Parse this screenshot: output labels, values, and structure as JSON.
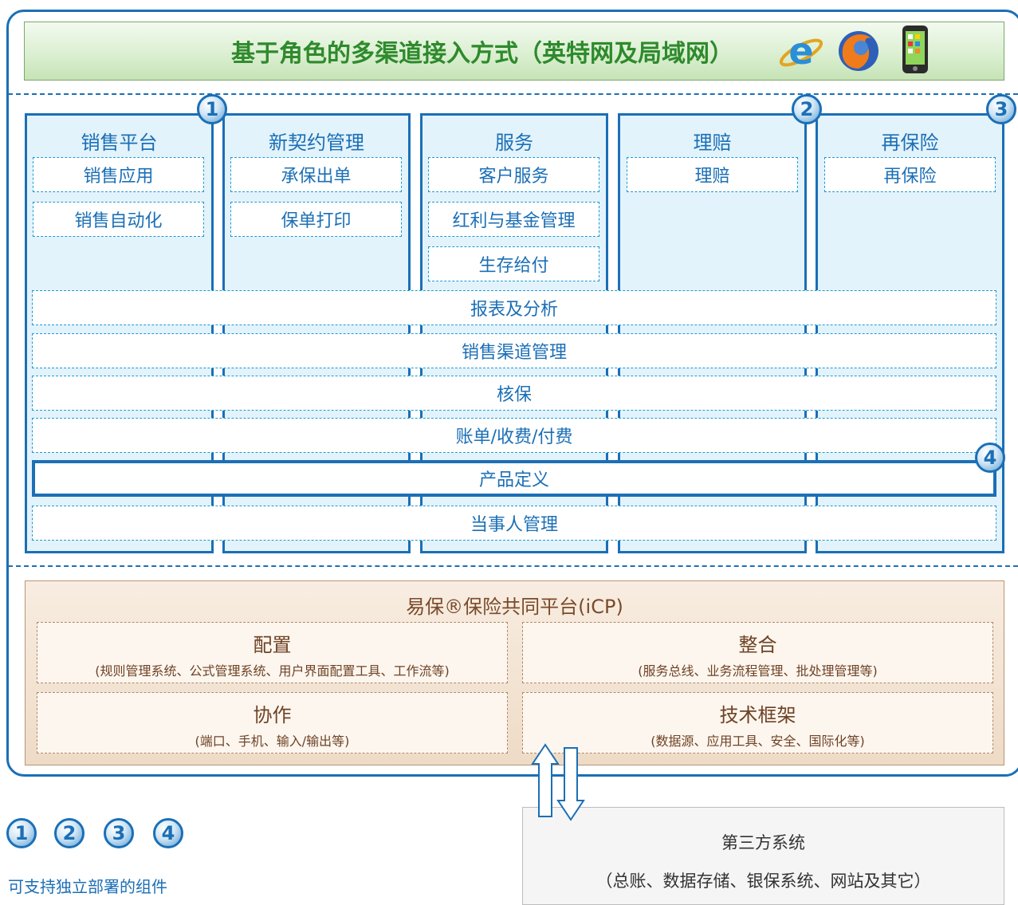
{
  "header": {
    "title": "基于角色的多渠道接入方式（英特网及局域网）"
  },
  "icons": [
    "ie-icon",
    "firefox-icon",
    "phone-icon"
  ],
  "columns": [
    {
      "title": "销售平台",
      "modules": [
        "销售应用",
        "销售自动化"
      ]
    },
    {
      "title": "新契约管理",
      "modules": [
        "承保出单",
        "保单打印"
      ]
    },
    {
      "title": "服务",
      "modules": [
        "客户服务",
        "红利与基金管理",
        "生存给付"
      ]
    },
    {
      "title": "理赔",
      "modules": [
        "理赔"
      ]
    },
    {
      "title": "再保险",
      "modules": [
        "再保险"
      ]
    }
  ],
  "rows": [
    "报表及分析",
    "销售渠道管理",
    "核保",
    "账单/收费/付费",
    "产品定义",
    "当事人管理"
  ],
  "badges": [
    "1",
    "2",
    "3",
    "4"
  ],
  "icp": {
    "title": "易保®保险共同平台(iCP)",
    "boxes": [
      {
        "title": "配置",
        "subtitle": "(规则管理系统、公式管理系统、用户界面配置工具、工作流等)"
      },
      {
        "title": "整合",
        "subtitle": "(服务总线、业务流程管理、批处理管理等)"
      },
      {
        "title": "协作",
        "subtitle": "(端口、手机、输入/输出等)"
      },
      {
        "title": "技术框架",
        "subtitle": "(数据源、应用工具、安全、国际化等)"
      }
    ]
  },
  "third_party": {
    "title": "第三方系统",
    "subtitle": "（总账、数据存储、银保系统、网站及其它）"
  },
  "legend": {
    "badges": [
      "1",
      "2",
      "3",
      "4"
    ],
    "text": "可支持独立部署的组件"
  },
  "colors": {
    "primary": "#1b6fb6",
    "banner_text": "#2e8a2c",
    "icp_text": "#7a4a2a"
  }
}
